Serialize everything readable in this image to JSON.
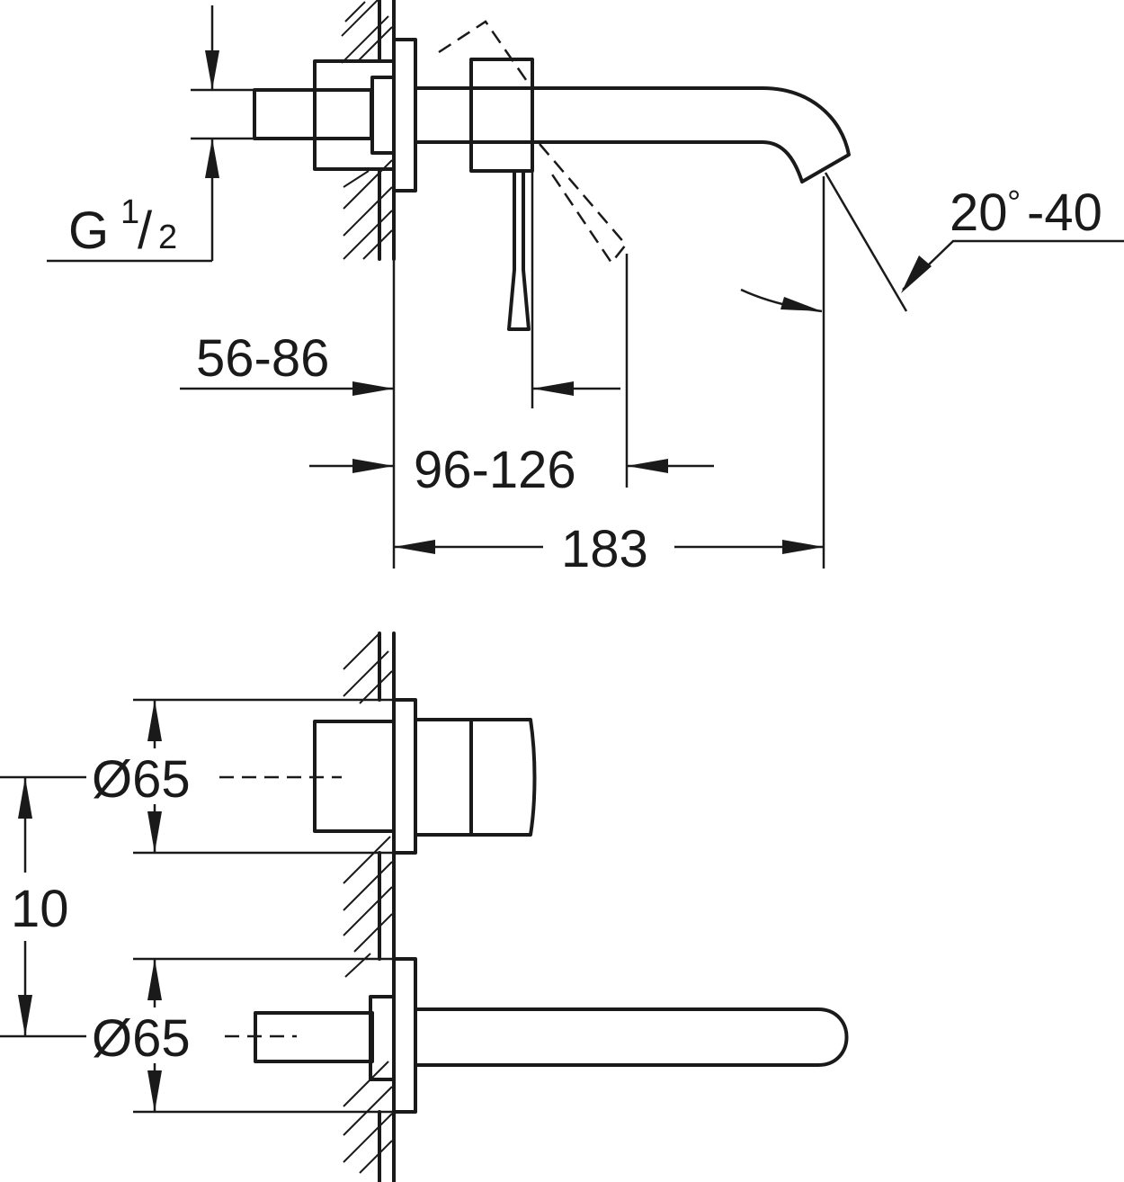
{
  "labels": {
    "thread_main": "G",
    "thread_num": "1",
    "thread_den": "2",
    "wall_depth": "56-86",
    "lever_offset": "96-126",
    "projection": "183",
    "angle_start": "20",
    "angle_degree_mark": "°",
    "angle_end": "-40",
    "upper_diameter": "Ø65",
    "spacing": "10",
    "lower_diameter": "Ø65"
  },
  "colors": {
    "line": "#1a1a1a",
    "background": "#ffffff"
  }
}
